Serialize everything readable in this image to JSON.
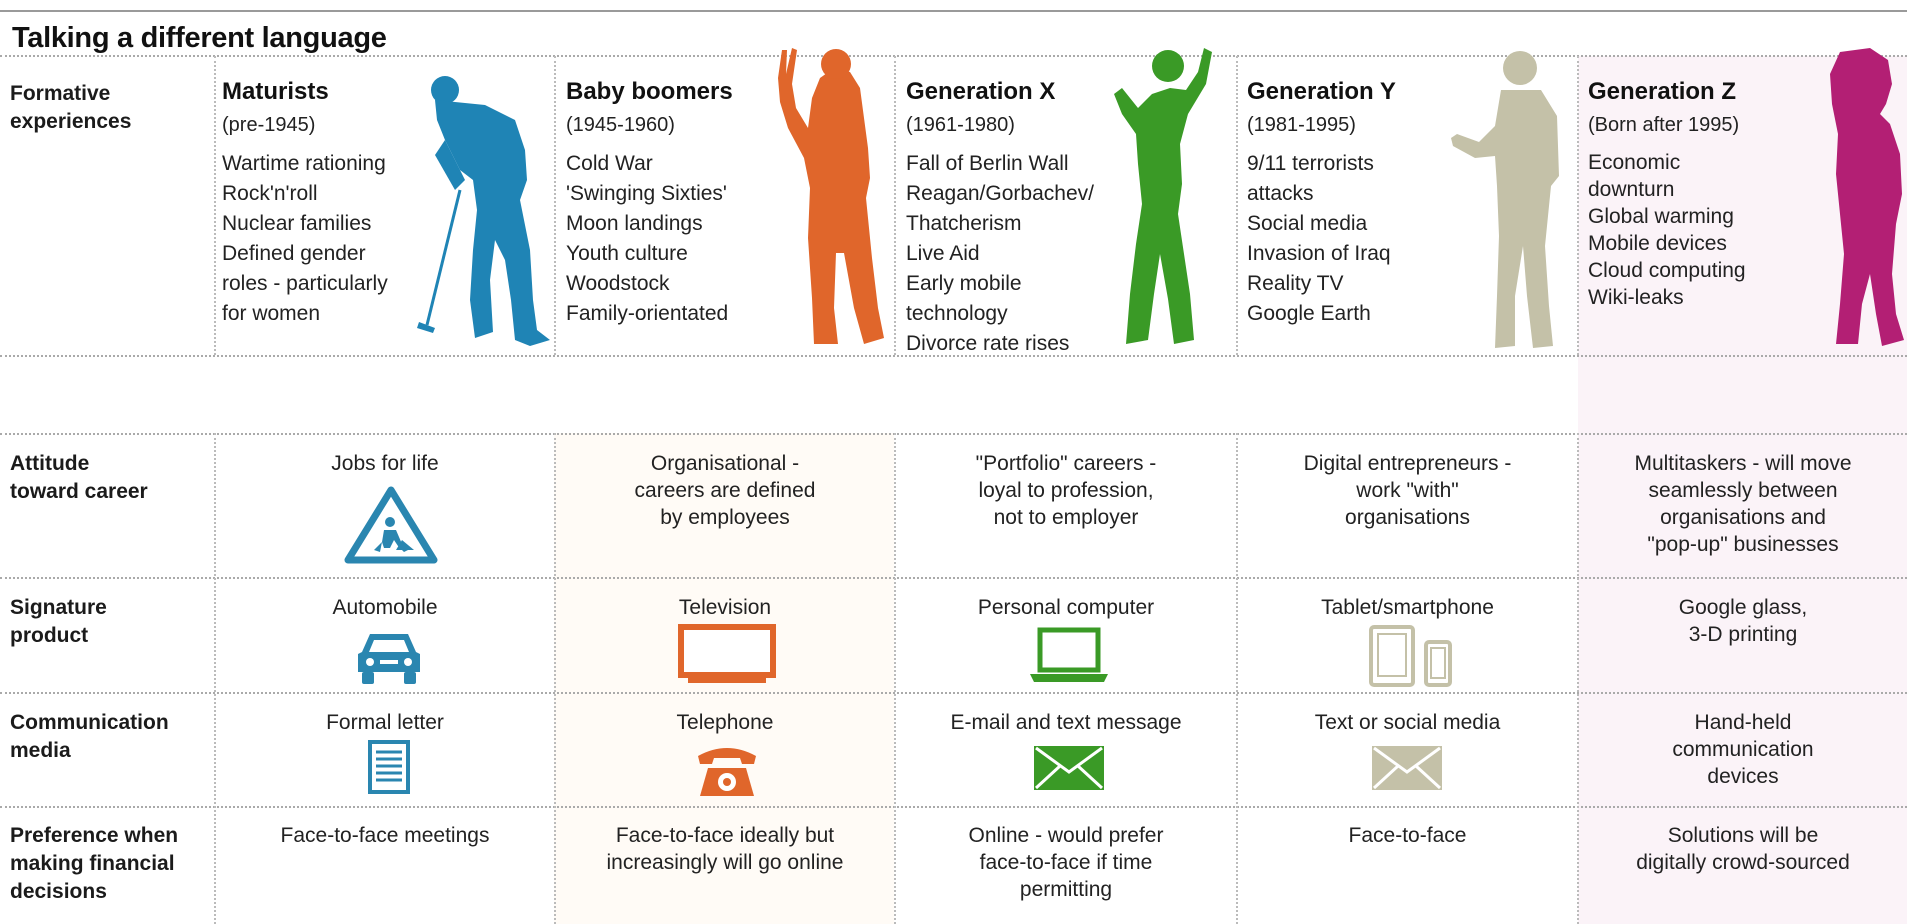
{
  "title": "Talking a different language",
  "row_labels": {
    "formative": "Formative\nexperiences",
    "attitude": "Attitude\ntoward career",
    "signature": "Signature\nproduct",
    "communication": "Communication\nmedia",
    "preference": "Preference when\nmaking financial\ndecisions"
  },
  "generations": [
    {
      "name": "Maturists",
      "years": "(pre-1945)",
      "color": "#1f84b5",
      "experiences": [
        "Wartime rationing",
        "Rock'n'roll",
        "Nuclear families",
        "Defined gender\nroles - particularly\nfor women"
      ],
      "attitude": "Jobs for life",
      "product": "Automobile",
      "product_icon": "car-icon",
      "media": "Formal letter",
      "media_icon": "letter-icon",
      "preference": "Face-to-face meetings"
    },
    {
      "name": "Baby boomers",
      "years": "(1945-1960)",
      "color": "#e0662b",
      "experiences": [
        "Cold War",
        "'Swinging Sixties'",
        "Moon landings",
        "Youth culture",
        "Woodstock",
        "Family-orientated"
      ],
      "attitude": "Organisational -\ncareers are defined\nby employees",
      "product": "Television",
      "product_icon": "television-icon",
      "media": "Telephone",
      "media_icon": "telephone-icon",
      "preference": "Face-to-face ideally but\nincreasingly will go online"
    },
    {
      "name": "Generation X",
      "years": "(1961-1980)",
      "color": "#3a9a26",
      "experiences": [
        "Fall of Berlin Wall",
        "Reagan/Gorbachev/\nThatcherism",
        "Live Aid",
        "Early mobile\ntechnology",
        "Divorce rate rises"
      ],
      "attitude": "\"Portfolio\" careers -\nloyal to profession,\nnot to employer",
      "product": "Personal computer",
      "product_icon": "laptop-icon",
      "media": "E-mail and text message",
      "media_icon": "envelope-icon",
      "preference": "Online - would prefer\nface-to-face if time\npermitting"
    },
    {
      "name": "Generation Y",
      "years": "(1981-1995)",
      "color": "#c4c1a8",
      "experiences": [
        "9/11 terrorists\nattacks",
        "Social media",
        "Invasion of Iraq",
        "Reality TV",
        "Google Earth"
      ],
      "attitude": "Digital entrepreneurs -\nwork \"with\"\norganisations",
      "product": "Tablet/smartphone",
      "product_icon": "tablet-smartphone-icon",
      "media": "Text or social media",
      "media_icon": "envelope-icon",
      "preference": "Face-to-face"
    },
    {
      "name": "Generation Z",
      "years": "(Born after 1995)",
      "color": "#b31f74",
      "experiences": [
        "Economic\ndownturn",
        "Global warming",
        "Mobile devices",
        "Cloud computing",
        "Wiki-leaks"
      ],
      "attitude": "Multitaskers - will move\nseamlessly between\norganisations and\n\"pop-up\" businesses",
      "product": "Google glass,\n3-D printing",
      "media": "Hand-held\ncommunication\ndevices",
      "preference": "Solutions will be\ndigitally crowd-sourced"
    }
  ]
}
